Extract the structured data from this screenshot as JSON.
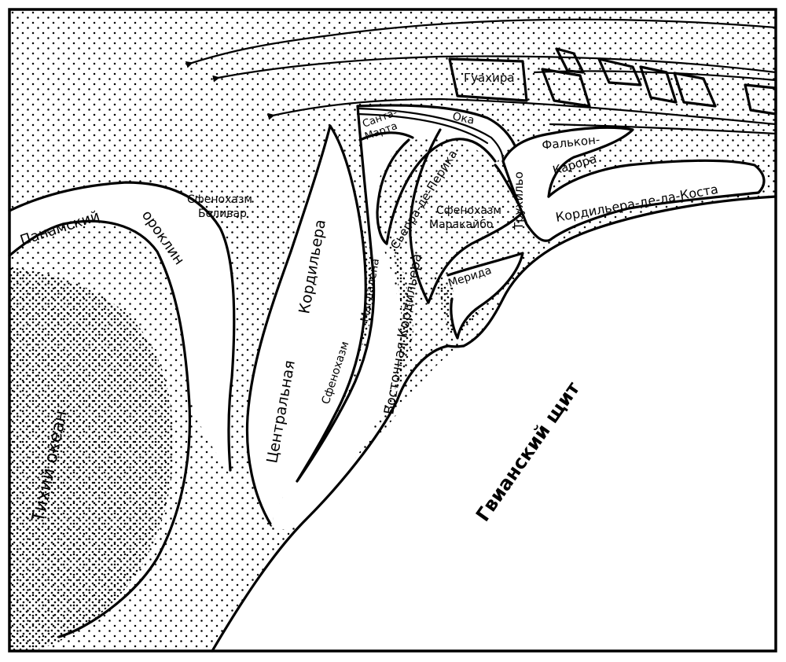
{
  "labels": {
    "guajira": "Гуахира",
    "santa_marta_1": "Санта-",
    "santa_marta_2": "Марта",
    "oca": "Ока",
    "falcon": "Фалькон-",
    "carora": "Карора",
    "trujillo": "Трухильо",
    "cordillera_costa": "Кордильера-де-ла-Коста",
    "sphenochasm_bolivar_1": "Сфенохазм",
    "sphenochasm_bolivar_2": "Боливар",
    "panama_1": "Панамский",
    "panama_2": "ороклин",
    "central_1": "Центральная",
    "central_2": "Кордильера",
    "magdalena_1": "Сфенохазм",
    "magdalena_2": "Магдалена",
    "eastern_cordillera": "Восточная Кордильера",
    "perija": "Сьерра-де-Перика",
    "maracaibo_1": "Сфенохазм",
    "maracaibo_2": "Маракайбо",
    "merida": "Мерида",
    "pacific": "Тихий океан",
    "guiana": "Гвианский щит"
  },
  "colors": {
    "ink": "#000000",
    "paper": "#ffffff"
  }
}
